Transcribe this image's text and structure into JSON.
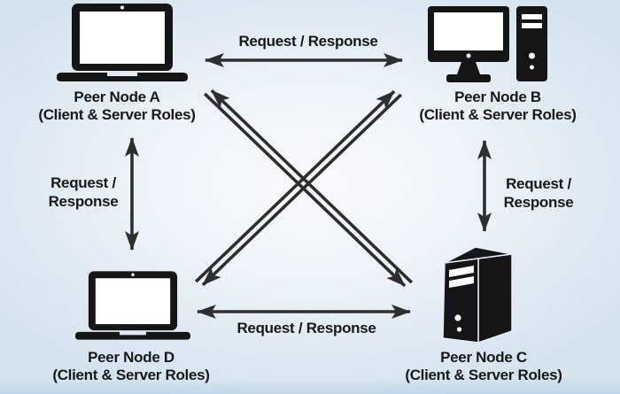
{
  "colors": {
    "background_outer": "#d4e4ef",
    "background_inner": "#f8fbfd",
    "arrow": "#2e2e2e",
    "icon": "#151515",
    "text": "#181818"
  },
  "nodes": {
    "a": {
      "label": "Peer Node A",
      "role": "(Client & Server Roles)",
      "icon": "laptop-icon"
    },
    "b": {
      "label": "Peer Node B",
      "role": "(Client & Server Roles)",
      "icon": "desktop-computer-icon"
    },
    "c": {
      "label": "Peer Node C",
      "role": "(Client & Server Roles)",
      "icon": "server-tower-icon"
    },
    "d": {
      "label": "Peer Node D",
      "role": "(Client & Server Roles)",
      "icon": "laptop-icon"
    }
  },
  "edges": {
    "a_b": {
      "label": "Request / Response"
    },
    "d_c": {
      "label": "Request / Response"
    },
    "a_d": {
      "label_line1": "Request /",
      "label_line2": "Response"
    },
    "b_c": {
      "label_line1": "Request /",
      "label_line2": "Response"
    }
  }
}
